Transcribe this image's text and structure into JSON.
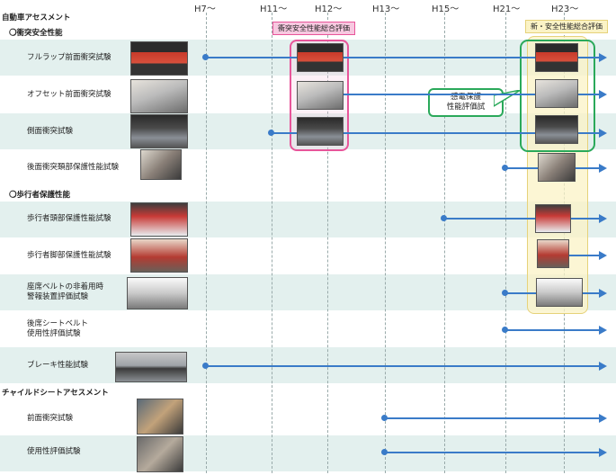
{
  "eras": [
    "H7～",
    "H11～",
    "H12～",
    "H13～",
    "H15～",
    "H21～",
    "H23～"
  ],
  "sections": {
    "auto": "自動車アセスメント",
    "collision": "〇衝突安全性能",
    "pedestrian": "〇歩行者保護性能",
    "child": "チャイルドシートアセスメント"
  },
  "tests": [
    {
      "label": "フルラップ前面衝突試験",
      "icon": "red-car-frontal-crash-photo"
    },
    {
      "label": "オフセット前面衝突試験",
      "icon": "offset-crash-photo"
    },
    {
      "label": "側面衝突試験",
      "icon": "side-impact-photo"
    },
    {
      "label": "後面衝突頚部保護性能試験",
      "icon": "crash-dummy-seat-photo"
    },
    {
      "label": "歩行者頭部保護性能試験",
      "icon": "pedestrian-head-test-photo"
    },
    {
      "label": "歩行者脚部保護性能試験",
      "icon": "pedestrian-leg-test-photo"
    },
    {
      "label": "座席ベルトの非着用時\n警報装置評価試験",
      "icon": "seatbelt-reminder-photo"
    },
    {
      "label": "後席シートベルト\n使用性評価試験",
      "icon": ""
    },
    {
      "label": "ブレーキ性能試験",
      "icon": "brake-test-car-photo"
    },
    {
      "label": "前面衝突試験",
      "icon": "child-seat-frontal-test-photo"
    },
    {
      "label": "使用性評価試験",
      "icon": "child-seat-usability-photo"
    }
  ],
  "callouts": {
    "collision_total": "衝突安全性能総合評価",
    "new_total": "新・安全性能総合評価",
    "electric": "感電保護\n性能評価試"
  },
  "colors": {
    "arrow": "#3a7bc8",
    "band": "#e3f0ee",
    "pink_box": "#e8559a",
    "pink_fill": "#f7c8e0",
    "yellow_fill": "#fbf3c6",
    "yellow_border": "#e6d27a",
    "green_border": "#2aa95a"
  }
}
